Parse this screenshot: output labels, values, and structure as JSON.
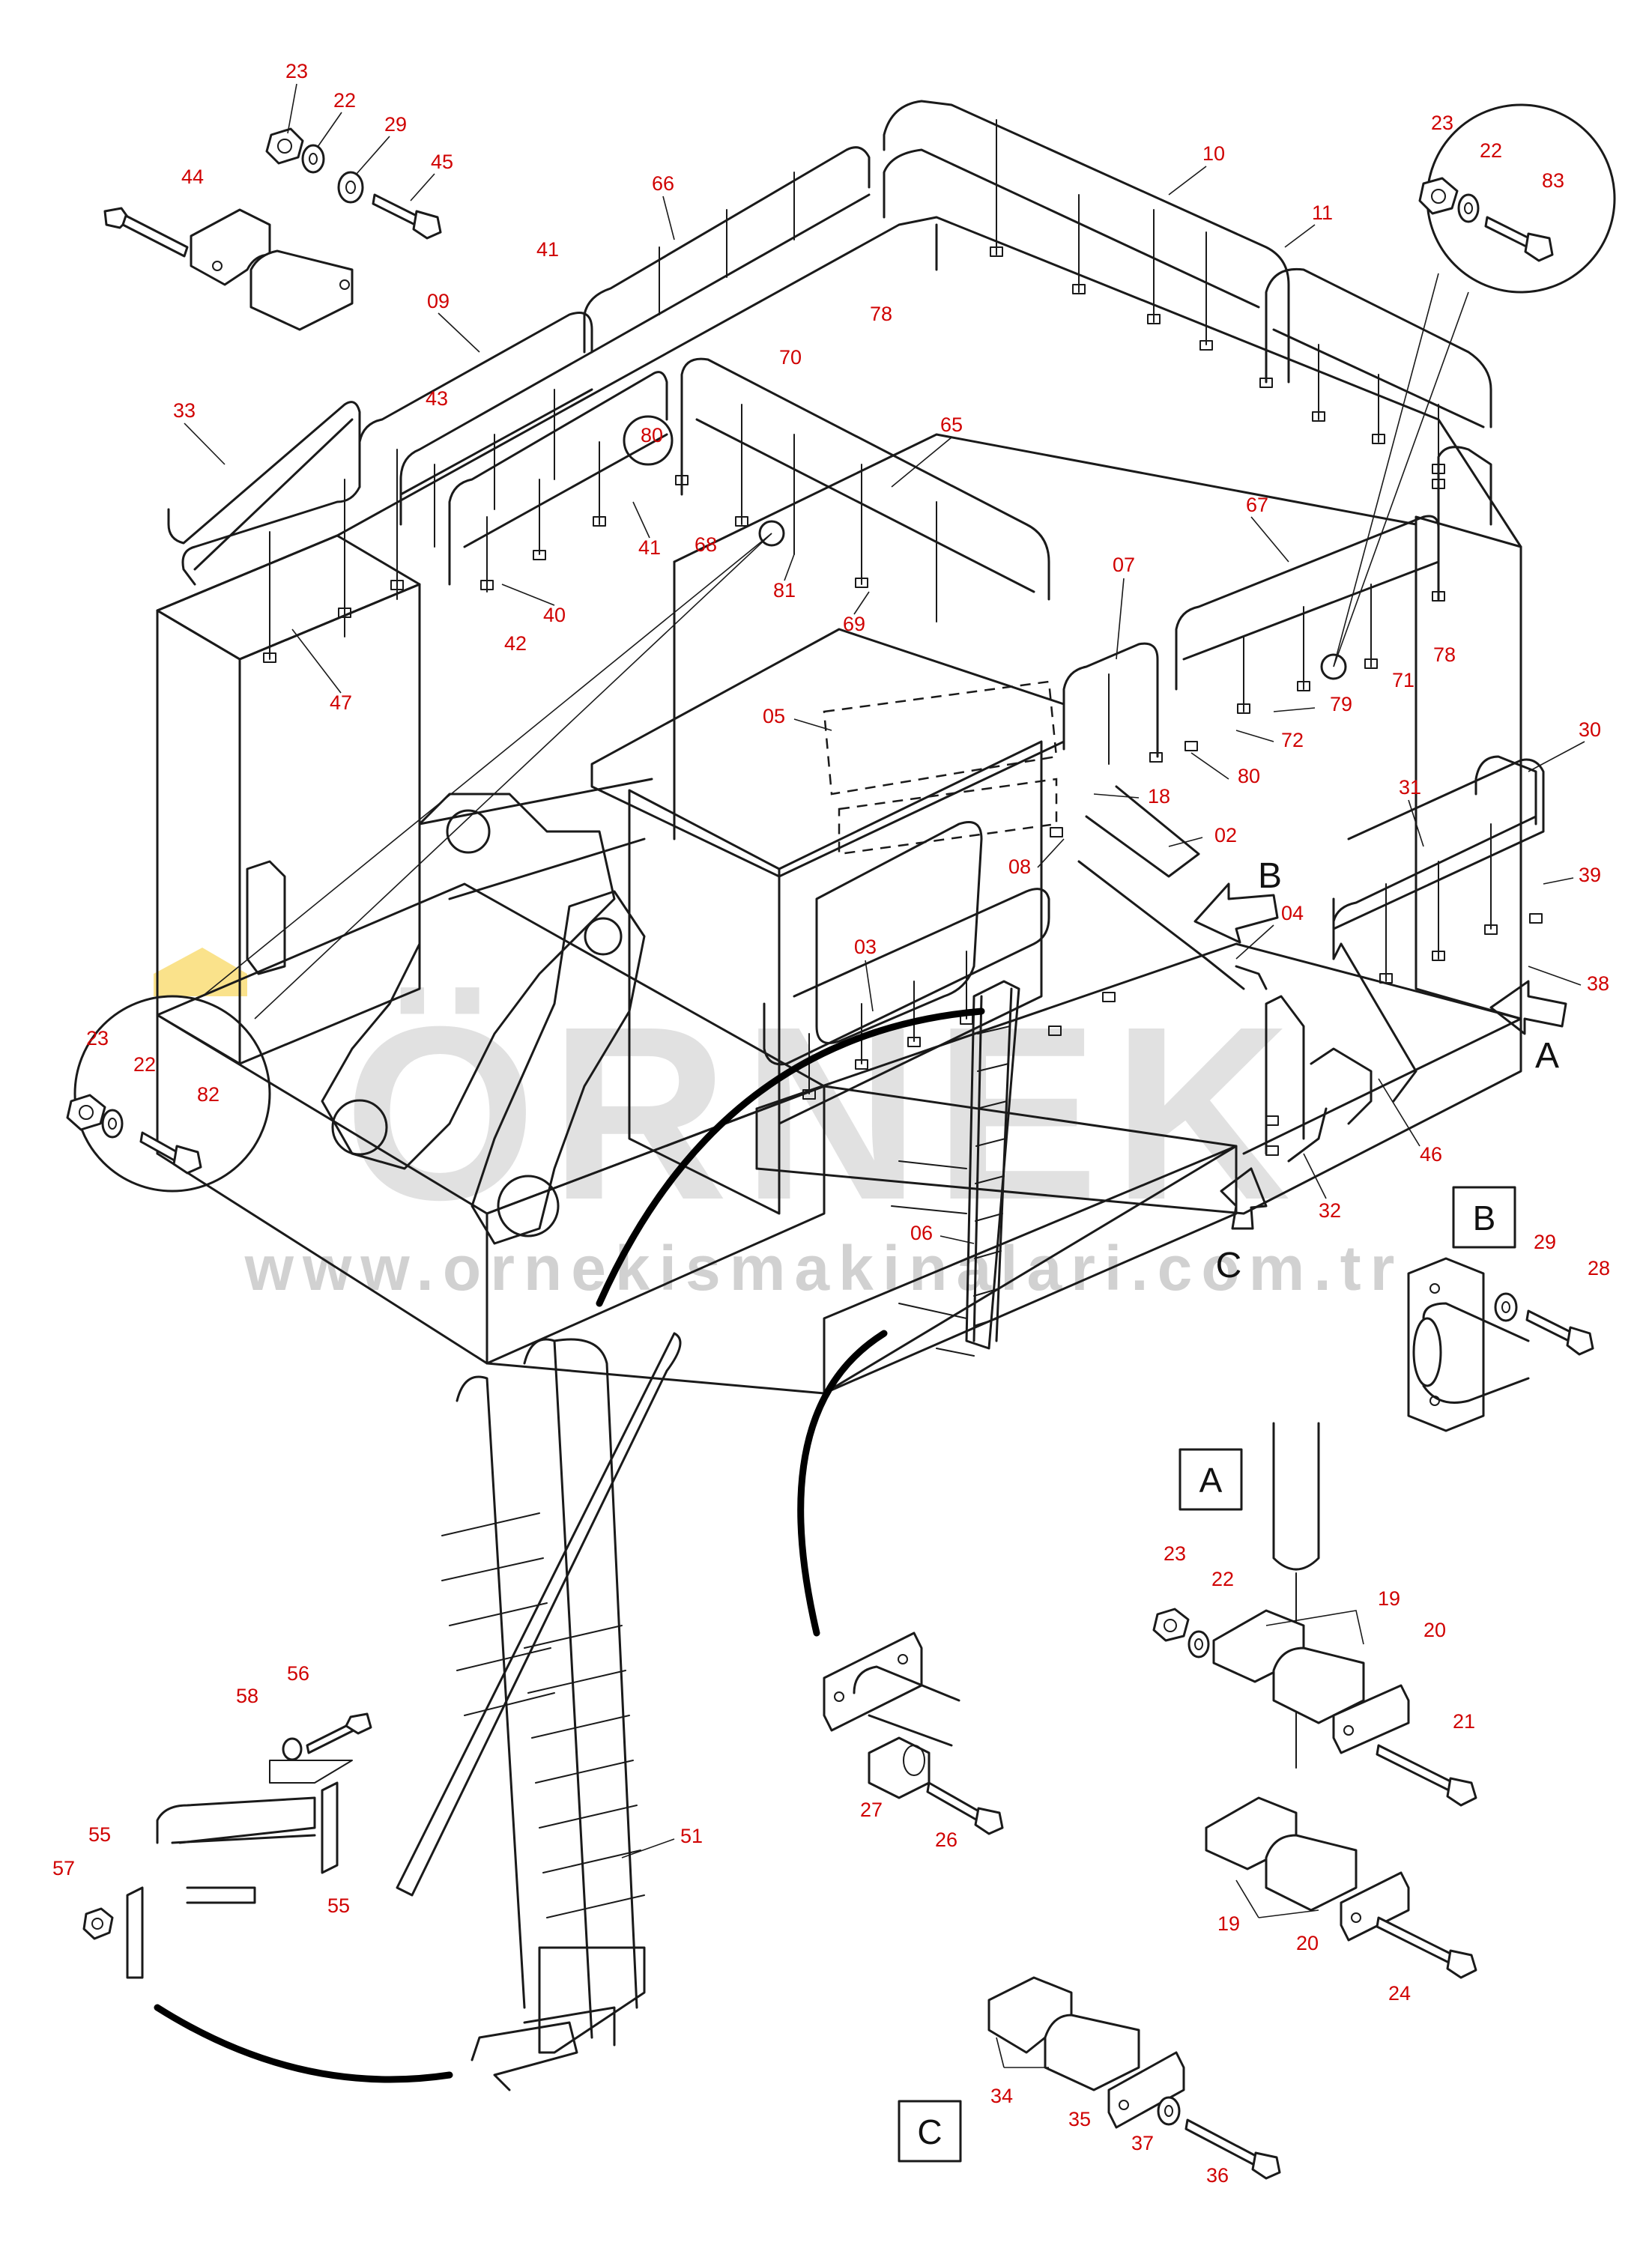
{
  "watermark": {
    "brand": "ÖRNEK",
    "url": "www.ornekismakinalari.com.tr",
    "accent_color": "#f5c518"
  },
  "views": [
    {
      "letter": "A",
      "role": "arrow"
    },
    {
      "letter": "B",
      "role": "arrow"
    },
    {
      "letter": "C",
      "role": "arrow"
    }
  ],
  "view_boxes": [
    "A",
    "B",
    "C"
  ],
  "part_labels": [
    {
      "id": "23a",
      "text": "23"
    },
    {
      "id": "22a",
      "text": "22"
    },
    {
      "id": "29a",
      "text": "29"
    },
    {
      "id": "45",
      "text": "45"
    },
    {
      "id": "44",
      "text": "44"
    },
    {
      "id": "66",
      "text": "66"
    },
    {
      "id": "10",
      "text": "10"
    },
    {
      "id": "11",
      "text": "11"
    },
    {
      "id": "23b",
      "text": "23"
    },
    {
      "id": "22b",
      "text": "22"
    },
    {
      "id": "83",
      "text": "83"
    },
    {
      "id": "41a",
      "text": "41"
    },
    {
      "id": "09",
      "text": "09"
    },
    {
      "id": "78a",
      "text": "78"
    },
    {
      "id": "70",
      "text": "70"
    },
    {
      "id": "43",
      "text": "43"
    },
    {
      "id": "33",
      "text": "33"
    },
    {
      "id": "80a",
      "text": "80"
    },
    {
      "id": "65",
      "text": "65"
    },
    {
      "id": "67",
      "text": "67"
    },
    {
      "id": "41b",
      "text": "41"
    },
    {
      "id": "68",
      "text": "68"
    },
    {
      "id": "40",
      "text": "40"
    },
    {
      "id": "81",
      "text": "81"
    },
    {
      "id": "07",
      "text": "07"
    },
    {
      "id": "69",
      "text": "69"
    },
    {
      "id": "42",
      "text": "42"
    },
    {
      "id": "78b",
      "text": "78"
    },
    {
      "id": "71",
      "text": "71"
    },
    {
      "id": "47",
      "text": "47"
    },
    {
      "id": "05",
      "text": "05"
    },
    {
      "id": "79",
      "text": "79"
    },
    {
      "id": "72",
      "text": "72"
    },
    {
      "id": "30",
      "text": "30"
    },
    {
      "id": "80b",
      "text": "80"
    },
    {
      "id": "31",
      "text": "31"
    },
    {
      "id": "18",
      "text": "18"
    },
    {
      "id": "02",
      "text": "02"
    },
    {
      "id": "08",
      "text": "08"
    },
    {
      "id": "39",
      "text": "39"
    },
    {
      "id": "04",
      "text": "04"
    },
    {
      "id": "03",
      "text": "03"
    },
    {
      "id": "38",
      "text": "38"
    },
    {
      "id": "23c",
      "text": "23"
    },
    {
      "id": "22c",
      "text": "22"
    },
    {
      "id": "82",
      "text": "82"
    },
    {
      "id": "46",
      "text": "46"
    },
    {
      "id": "32",
      "text": "32"
    },
    {
      "id": "06",
      "text": "06"
    },
    {
      "id": "29b",
      "text": "29"
    },
    {
      "id": "28",
      "text": "28"
    },
    {
      "id": "23d",
      "text": "23"
    },
    {
      "id": "22d",
      "text": "22"
    },
    {
      "id": "19a",
      "text": "19"
    },
    {
      "id": "20a",
      "text": "20"
    },
    {
      "id": "21",
      "text": "21"
    },
    {
      "id": "56",
      "text": "56"
    },
    {
      "id": "58",
      "text": "58"
    },
    {
      "id": "27",
      "text": "27"
    },
    {
      "id": "26",
      "text": "26"
    },
    {
      "id": "51",
      "text": "51"
    },
    {
      "id": "55a",
      "text": "55"
    },
    {
      "id": "57",
      "text": "57"
    },
    {
      "id": "55b",
      "text": "55"
    },
    {
      "id": "19b",
      "text": "19"
    },
    {
      "id": "20b",
      "text": "20"
    },
    {
      "id": "24",
      "text": "24"
    },
    {
      "id": "34",
      "text": "34"
    },
    {
      "id": "35",
      "text": "35"
    },
    {
      "id": "37",
      "text": "37"
    },
    {
      "id": "36",
      "text": "36"
    }
  ],
  "colors": {
    "part_number": "#d00000",
    "line": "#1a1a1a",
    "background": "#ffffff"
  }
}
